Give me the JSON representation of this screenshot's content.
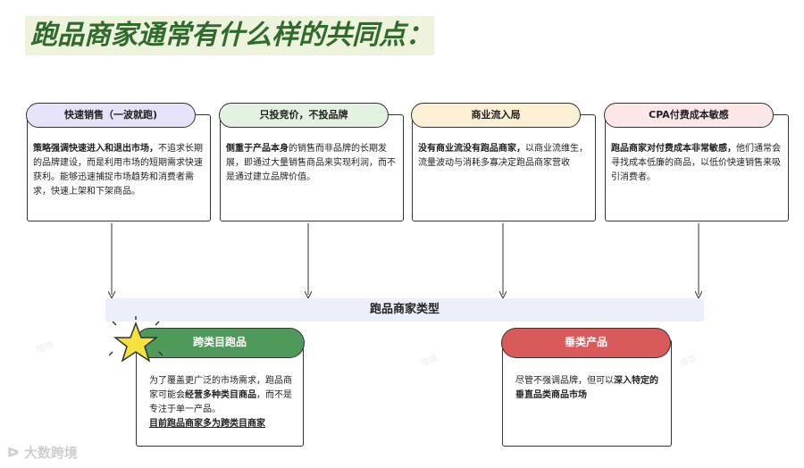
{
  "title": "跑品商家通常有什么样的共同点：",
  "colors": {
    "title_text": "#2f6b2e",
    "title_bg": "#eef3dc",
    "pill1": "#e6e3f8",
    "pill2": "#e3f2e0",
    "pill3": "#fbf0d4",
    "pill4": "#fbe7e7",
    "cat1": "#4f9a5b",
    "cat2": "#d95a5a",
    "bar": "#eceff9",
    "star": "#f5e23c"
  },
  "cards": [
    {
      "label": "快速销售（一波就跑)",
      "body_bold": "策略强调快速进入和退出市场，",
      "body": "不追求长期的品牌建设，而是利用市场的短期需求快速获利。能够迅速捕捉市场趋势和消费者需求，快速上架和下架商品。"
    },
    {
      "label": "只投竞价，不投品牌",
      "body_bold": "侧重于产品本身",
      "body": "的销售而非品牌的长期发展，即通过大量销售商品来实现利润，而不是通过建立品牌价值。"
    },
    {
      "label": "商业流入局",
      "body_bold": "没有商业流没有跑品商家，",
      "body": "以商业流维生，流量波动与消耗多寡决定跑品商家营收"
    },
    {
      "label": "CPA付费成本敏感",
      "body_bold": "跑品商家对付费成本非常敏感，",
      "body": "他们通常会寻找成本低廉的商品，以低价快速销售来吸引消费者。"
    }
  ],
  "types_bar": "跑品商家类型",
  "categories": [
    {
      "label": "跨类目跑品",
      "text1": "为了覆盖更广泛的市场需求，跑品商家可能会",
      "bold1": "经营多种类目商品",
      "text2": "，而不是专注于单一产品。",
      "bold_line": "目前跑品商家多为跨类目商家"
    },
    {
      "label": "垂类产品",
      "text1": "尽管不强调品牌，但可以",
      "bold1": "深入特定的垂直品类商品市场",
      "text2": "",
      "bold_line": ""
    }
  ],
  "watermark": "堆堆",
  "logo_text": "大数跨境"
}
